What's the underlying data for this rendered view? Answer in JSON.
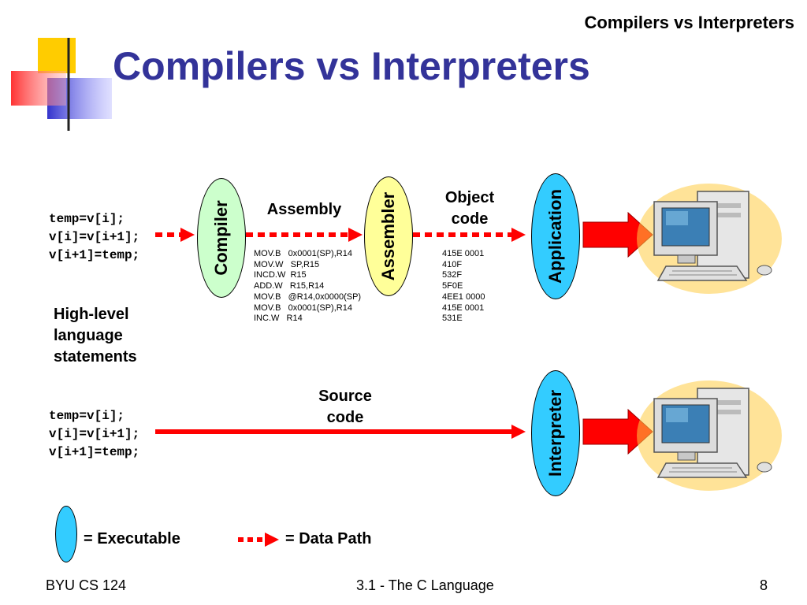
{
  "slide": {
    "header_right": "Compilers vs Interpreters",
    "title": "Compilers vs Interpreters"
  },
  "compile_path": {
    "source_lines": [
      "temp=v[i];",
      "v[i]=v[i+1];",
      "v[i+1]=temp;"
    ],
    "compiler_label": "Compiler",
    "assembly_label": "Assembly",
    "assembly_lines": [
      "MOV.B   0x0001(SP),R14",
      "MOV.W   SP,R15",
      "INCD.W  R15",
      "ADD.W   R15,R14",
      "MOV.B   @R14,0x0000(SP)",
      "MOV.B   0x0001(SP),R14",
      "INC.W   R14"
    ],
    "assembler_label": "Assembler",
    "object_label_lines": [
      "Object",
      "code"
    ],
    "object_lines": [
      "415E 0001",
      "410F",
      "532F",
      "5F0E",
      "4EE1 0000",
      "415E 0001",
      "531E"
    ],
    "application_label": "Application"
  },
  "high_level_label_lines": [
    "High-level",
    "language",
    "statements"
  ],
  "interpret_path": {
    "source_lines": [
      "temp=v[i];",
      "v[i]=v[i+1];",
      "v[i+1]=temp;"
    ],
    "source_code_label_lines": [
      "Source",
      "code"
    ],
    "interpreter_label": "Interpreter"
  },
  "legend": {
    "executable": "= Executable",
    "data_path": "= Data Path"
  },
  "footer": {
    "left": "BYU CS 124",
    "center": "3.1 - The C Language",
    "page": "8"
  },
  "colors": {
    "title": "#333399",
    "arrow": "#ff0000",
    "compiler_fill": "#ccffcc",
    "assembler_fill": "#ffff99",
    "executable_fill": "#33ccff"
  }
}
